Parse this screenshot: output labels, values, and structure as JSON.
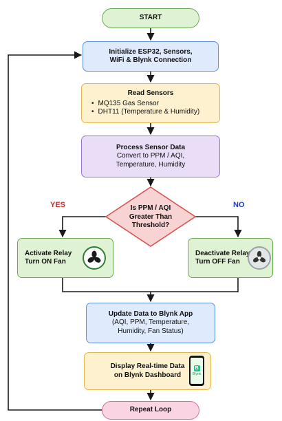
{
  "start": {
    "label": "START"
  },
  "init": {
    "line1": "Initialize ESP32, Sensors,",
    "line2": "WiFi & Blynk Connection"
  },
  "read": {
    "title": "Read Sensors",
    "items": [
      "MQ135 Gas Sensor",
      "DHT11 (Temperature & Humidity)"
    ]
  },
  "process": {
    "title": "Process Sensor Data",
    "line1": "Convert to PPM / AQI,",
    "line2": "Temperature, Humidity"
  },
  "decision": {
    "line1": "Is PPM / AQI",
    "line2": "Greater Than",
    "line3": "Threshold?",
    "yes_label": "YES",
    "no_label": "NO"
  },
  "activate": {
    "line1": "Activate Relay",
    "line2": "Turn ON Fan"
  },
  "deactivate": {
    "line1": "Deactivate Relay",
    "line2": "Turn OFF Fan"
  },
  "update": {
    "title": "Update Data to Blynk App",
    "line1": "(AQI, PPM, Temperature,",
    "line2": "Humidity, Fan Status)"
  },
  "display": {
    "line1": "Display Real-time Data",
    "line2": "on Blynk Dashboard",
    "app_text": "Blynk"
  },
  "repeat": {
    "label": "Repeat Loop"
  },
  "colors": {
    "yes": "#c62828",
    "no": "#1f3fbf",
    "decision_fill": "#f8d3d3",
    "decision_stroke": "#d9534f",
    "line": "#1a1a1a"
  },
  "icons": {
    "fan_on": "fan-icon",
    "fan_off": "fan-icon",
    "phone": "smartphone-icon"
  }
}
